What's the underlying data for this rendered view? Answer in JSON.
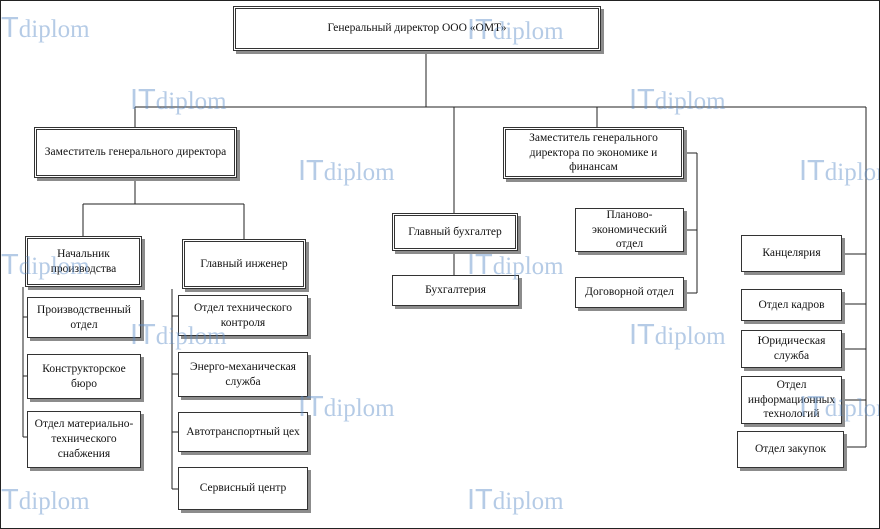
{
  "nodes": {
    "ceo": "Генеральный директор ООО «ОМТ»",
    "deputy_general": "Заместитель генерального директора",
    "deputy_finance": "Заместитель генерального директора по экономике и финансам",
    "head_production": "Начальник производства",
    "production_dept": "Производственный отдел",
    "design_bureau": "Конструкторское бюро",
    "supply_dept": "Отдел материально-технического снабжения",
    "chief_engineer": "Главный инженер",
    "qc_dept": "Отдел технического контроля",
    "energy_service": "Энерго-механическая служба",
    "motor_shop": "Автотранспортный цех",
    "service_center": "Сервисный центр",
    "chief_accountant": "Главный бухгалтер",
    "accounting": "Бухгалтерия",
    "planning_dept": "Планово-экономический отдел",
    "contract_dept": "Договорной отдел",
    "office": "Канцелярия",
    "hr_dept": "Отдел кадров",
    "legal_service": "Юридическая служба",
    "it_dept": "Отдел информационных технологий",
    "purchasing_dept": "Отдел закупок"
  },
  "watermark": {
    "it": "IT",
    "diplom": "diplom"
  },
  "colors": {
    "line": "#222222",
    "box_border": "#333333",
    "shadow": "#8c8c8c",
    "watermark": "#5a8cc8"
  }
}
